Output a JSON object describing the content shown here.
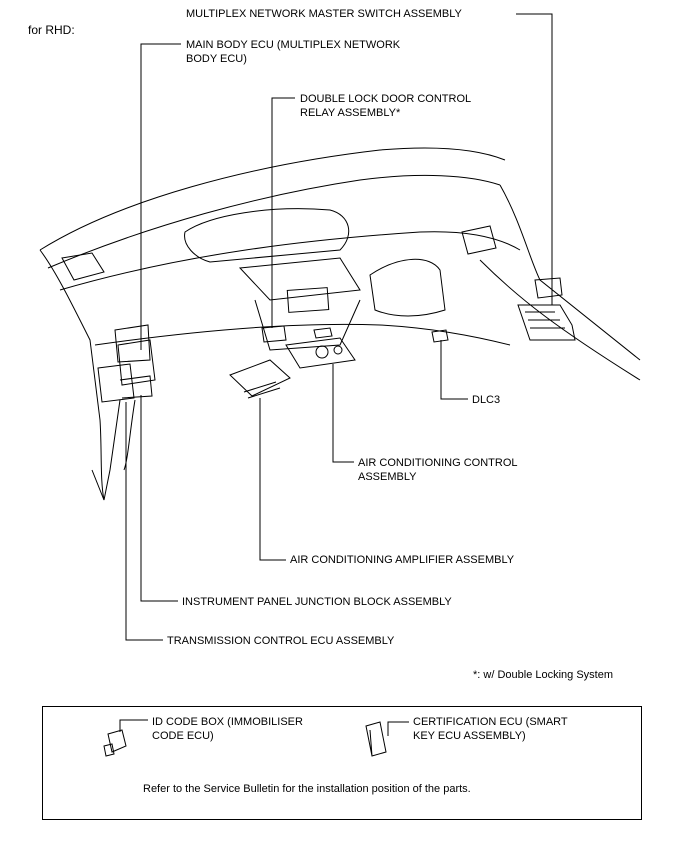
{
  "variant_label": "for RHD:",
  "callouts": {
    "multiplex_switch": "MULTIPLEX NETWORK MASTER SWITCH ASSEMBLY",
    "main_body_ecu": [
      "MAIN BODY ECU (MULTIPLEX NETWORK",
      "BODY ECU)"
    ],
    "double_lock_relay": [
      "DOUBLE LOCK DOOR CONTROL",
      "RELAY ASSEMBLY*"
    ],
    "dlc3": "DLC3",
    "ac_control": [
      "AIR CONDITIONING CONTROL",
      "ASSEMBLY"
    ],
    "ac_amplifier": "AIR CONDITIONING AMPLIFIER ASSEMBLY",
    "junction_block": "INSTRUMENT PANEL JUNCTION BLOCK ASSEMBLY",
    "transmission_ecu": "TRANSMISSION CONTROL ECU ASSEMBLY"
  },
  "footnote": "*: w/ Double Locking System",
  "legend": {
    "id_code_box": [
      "ID CODE BOX (IMMOBILISER",
      "CODE ECU)"
    ],
    "certification_ecu": [
      "CERTIFICATION ECU (SMART",
      "KEY ECU ASSEMBLY)"
    ],
    "note": "Refer to the Service Bulletin for the installation position of the parts."
  }
}
